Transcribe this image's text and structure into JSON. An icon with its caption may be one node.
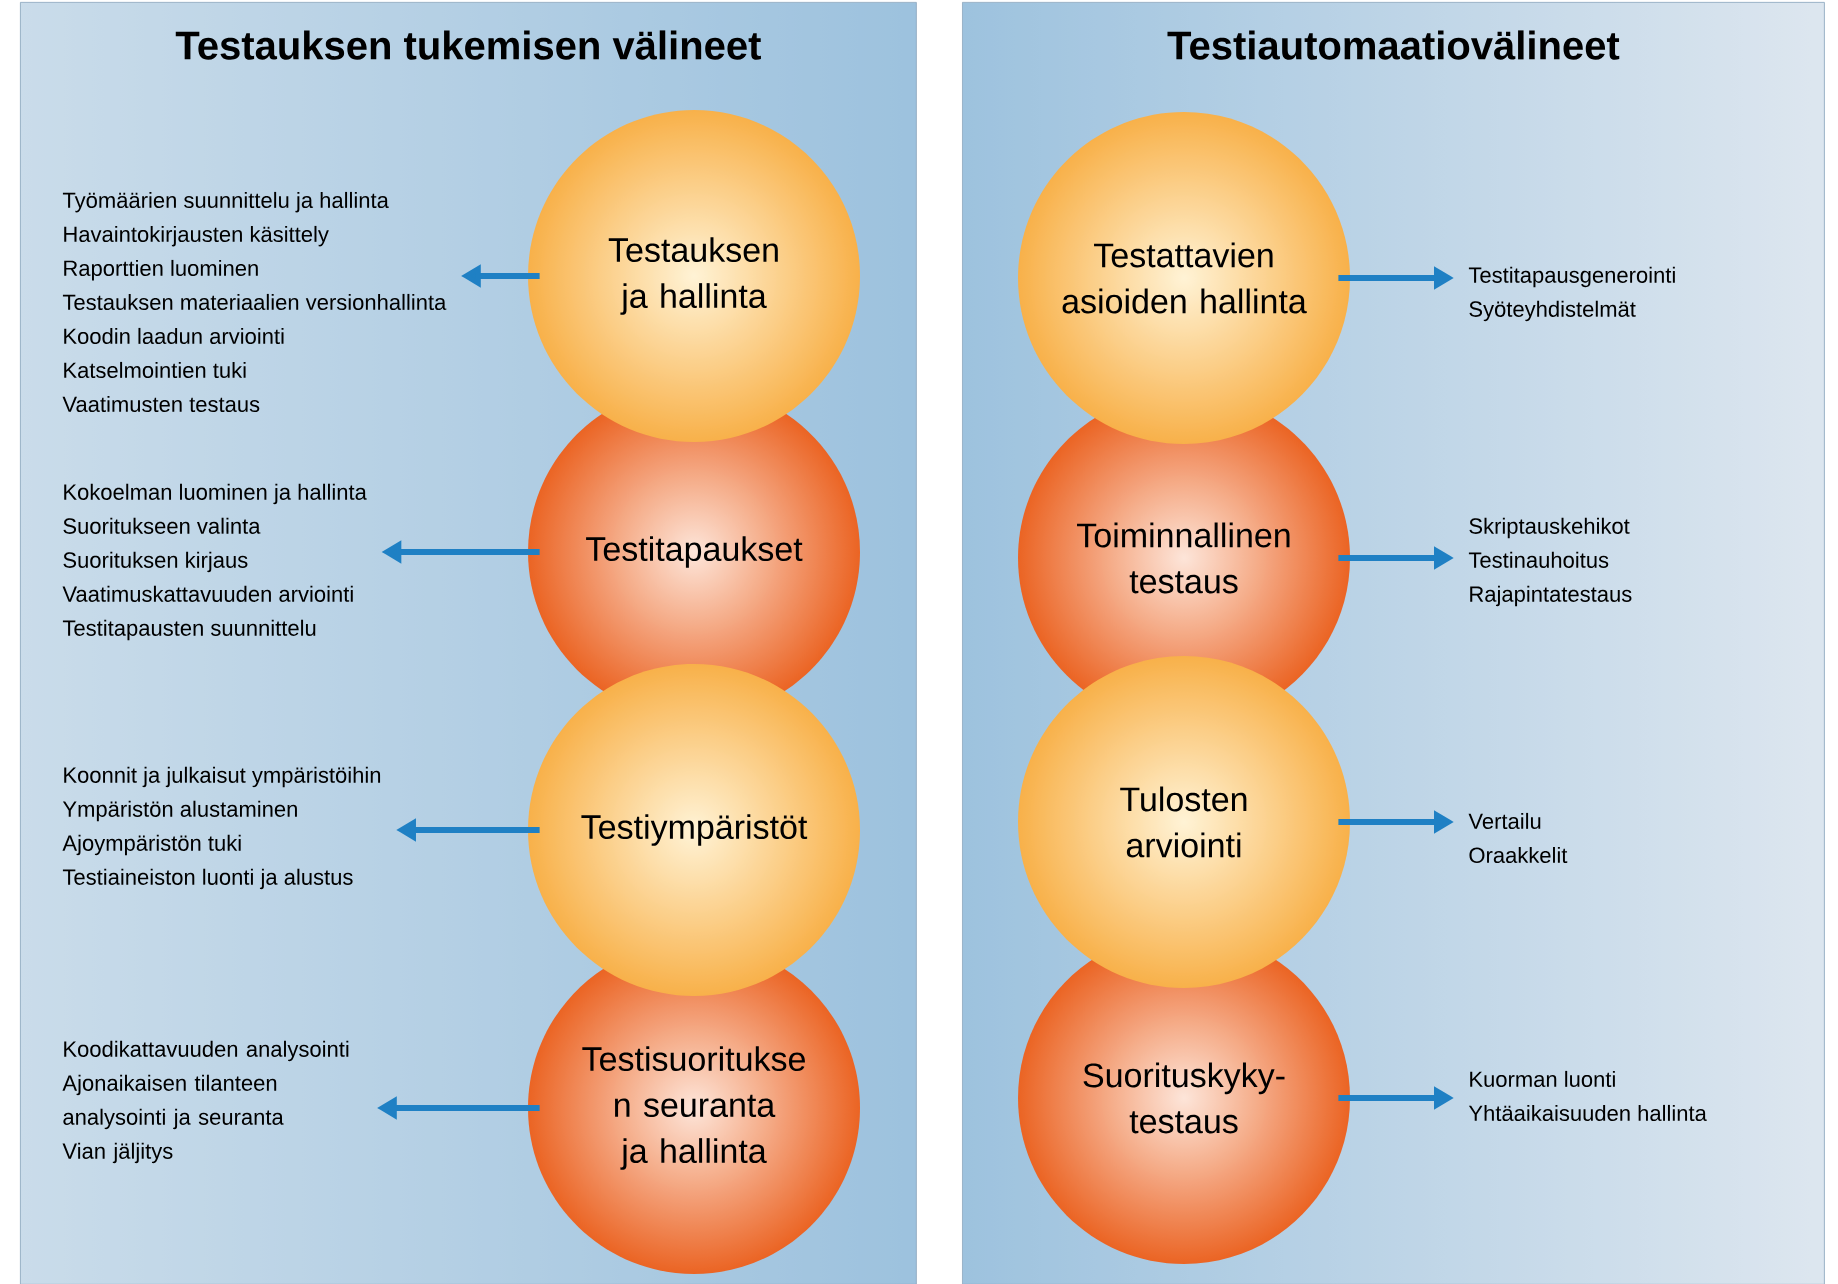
{
  "diagram": {
    "nodes": [
      {
        "text": [
          "Testauksen tukemisen välineet"
        ]
      },
      {
        "text": [
          "Työmäärien suunnittelu ja hallinta",
          "Havaintokirjausten käsittely",
          "Raporttien luominen",
          "Testauksen materiaalien versionhallinta",
          "Koodin laadun arviointi",
          "Katselmointien tuki",
          "Vaatimusten testaus"
        ],
        "in": 0
      },
      {
        "text": [
          "Testauksen ja hallinta"
        ],
        "in": 0
      },
      {
        "text": [
          "Kokoelman luominen ja hallinta",
          "Suoritukseen valinta",
          "Suorituksen kirjaus",
          "Vaatimuskattavuuden arviointi",
          "Testitapausten suunnittelu"
        ],
        "in": 0
      },
      {
        "text": [
          "Testitapaukset"
        ],
        "in": 0
      },
      {
        "text": [
          "Koonnit ja julkaisut ympäristöihin",
          "Ympäristön alustaminen",
          "Ajoympäristön tuki",
          "Testiaineiston luonti ja alustus"
        ],
        "in": 0
      },
      {
        "text": [
          "Testiympäristöt"
        ],
        "in": 0
      },
      {
        "text": [
          "Koodikattavuuden analysointi",
          "Ajonaikaisen tilanteen analysointi ja seuranta",
          "Vian jäljitys"
        ],
        "in": 0
      },
      {
        "text": [
          "Testisuoritukse n seuranta ja hallinta"
        ],
        "in": 0
      },
      {
        "text": [
          "Testiautomaatiovälineet"
        ]
      },
      {
        "text": [
          "Testattavien asioiden hallinta"
        ],
        "in": 9
      },
      {
        "text": [
          "Testitapausgenerointi",
          "Syöteyhdistelmät"
        ],
        "in": 9
      },
      {
        "text": [
          "Toiminnallinen testaus"
        ],
        "in": 9
      },
      {
        "text": [
          "Skriptauskehikot",
          "Testinauhoitus",
          "Rajapintatestaus"
        ],
        "in": 9
      },
      {
        "text": [
          "Tulosten arviointi"
        ],
        "in": 9
      },
      {
        "text": [
          "Vertailu",
          "Oraakkelit"
        ],
        "in": 9
      },
      {
        "text": [
          "Suorituskyky-testaus"
        ],
        "in": 9
      },
      {
        "text": [
          "Kuorman luonti",
          "Yhtäaikaisuuden hallinta"
        ],
        "in": 9
      }
    ],
    "edges": [
      {
        "from": 2,
        "to": 1,
        "arrow": "to"
      },
      {
        "from": 4,
        "to": 3,
        "arrow": "to"
      },
      {
        "from": 6,
        "to": 5,
        "arrow": "to"
      },
      {
        "from": 8,
        "to": 7,
        "arrow": "to"
      },
      {
        "from": 10,
        "to": 11,
        "arrow": "to"
      },
      {
        "from": 12,
        "to": 13,
        "arrow": "to"
      },
      {
        "from": 14,
        "to": 15,
        "arrow": "to"
      },
      {
        "from": 16,
        "to": 17,
        "arrow": "to"
      }
    ]
  }
}
